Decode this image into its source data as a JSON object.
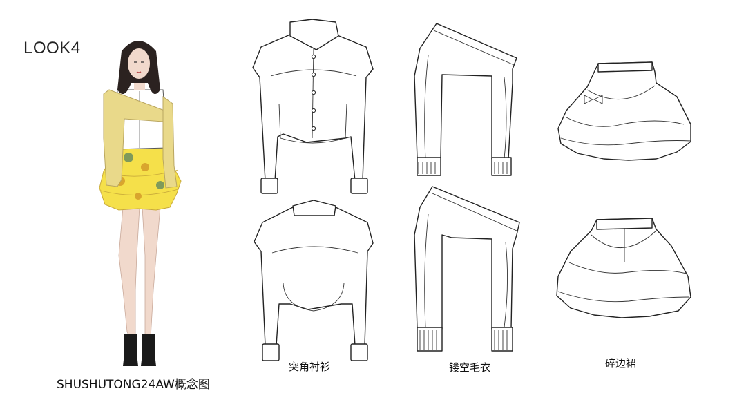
{
  "look_title": "LOOK4",
  "concept_caption": "SHUSHUTONG24AW概念图",
  "garments": [
    {
      "label": "突角衬衫"
    },
    {
      "label": "镂空毛衣"
    },
    {
      "label": "碎边裙"
    }
  ],
  "colors": {
    "sweater_yellow": "#e9d98a",
    "skirt_yellow": "#f5e04a",
    "skin": "#f1d9cc",
    "hair": "#2b2220",
    "shoe": "#1a1a1a",
    "line": "#222222"
  }
}
